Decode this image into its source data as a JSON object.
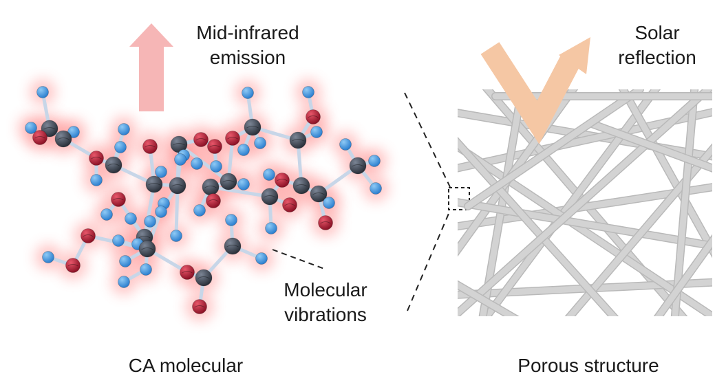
{
  "labels": {
    "emission": [
      "Mid-infrared",
      "emission"
    ],
    "reflection": [
      "Solar",
      "reflection"
    ],
    "vibrations": [
      "Molecular",
      "vibrations"
    ],
    "left_caption": "CA molecular",
    "right_caption": "Porous structure"
  },
  "colors": {
    "carbon": "#3b4350",
    "oxygen": "#b3263a",
    "hydrogen": "#3a8fd8",
    "bond": "#c7d6e8",
    "glow": "#ff8a8a",
    "emission_arrow": "#f6b6b6",
    "reflection_arrow": "#f5c7a4",
    "fiber": "#d3d3d3"
  },
  "icons": {
    "emission_arrow": "up-arrow-icon",
    "reflection_arrow": "v-reflection-arrow-icon"
  }
}
